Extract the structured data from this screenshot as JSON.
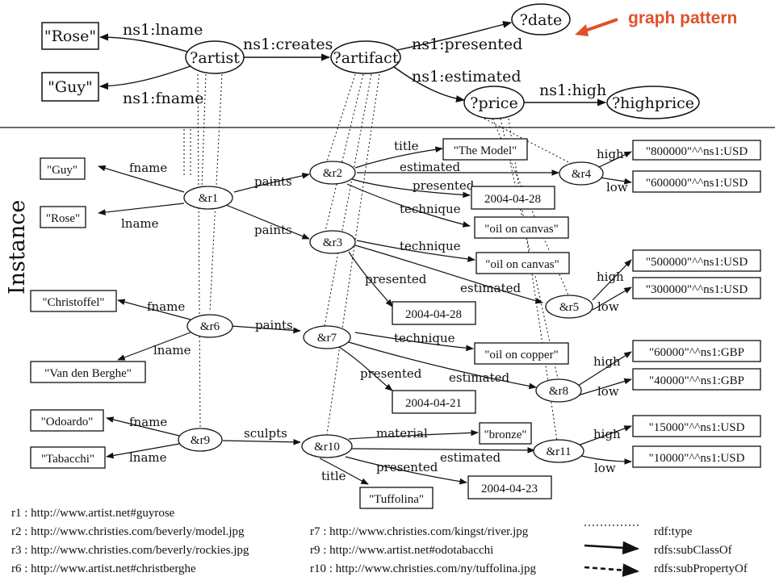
{
  "annotation": "graph pattern",
  "instance_label": "Instance",
  "colors": {
    "accent": "#e0512b",
    "ink": "#111111"
  },
  "pattern": {
    "nodes": [
      {
        "id": "p_rose",
        "kind": "box",
        "label": "\"Rose\""
      },
      {
        "id": "p_guy",
        "kind": "box",
        "label": "\"Guy\""
      },
      {
        "id": "p_artist",
        "kind": "ellipse",
        "label": "?artist"
      },
      {
        "id": "p_artifact",
        "kind": "ellipse",
        "label": "?artifact"
      },
      {
        "id": "p_date",
        "kind": "ellipse",
        "label": "?date"
      },
      {
        "id": "p_price",
        "kind": "ellipse",
        "label": "?price"
      },
      {
        "id": "p_highprice",
        "kind": "ellipse",
        "label": "?highprice"
      }
    ],
    "edges": [
      {
        "label": "ns1:lname"
      },
      {
        "label": "ns1:fname"
      },
      {
        "label": "ns1:creates"
      },
      {
        "label": "ns1:presented"
      },
      {
        "label": "ns1:estimated"
      },
      {
        "label": "ns1:high"
      }
    ]
  },
  "instance": {
    "nodes": [
      {
        "id": "guy",
        "kind": "box",
        "label": "\"Guy\""
      },
      {
        "id": "rose",
        "kind": "box",
        "label": "\"Rose\""
      },
      {
        "id": "r1",
        "kind": "ellipse",
        "label": "&r1"
      },
      {
        "id": "r2",
        "kind": "ellipse",
        "label": "&r2"
      },
      {
        "id": "r3",
        "kind": "ellipse",
        "label": "&r3"
      },
      {
        "id": "r4",
        "kind": "ellipse",
        "label": "&r4"
      },
      {
        "id": "themodel",
        "kind": "box",
        "label": "\"The Model\""
      },
      {
        "id": "d1",
        "kind": "box",
        "label": "2004-04-28"
      },
      {
        "id": "oil1",
        "kind": "box",
        "label": "\"oil on canvas\""
      },
      {
        "id": "usd800",
        "kind": "box",
        "label": "\"800000\"^^ns1:USD"
      },
      {
        "id": "usd600",
        "kind": "box",
        "label": "\"600000\"^^ns1:USD"
      },
      {
        "id": "oil2",
        "kind": "box",
        "label": "\"oil on canvas\""
      },
      {
        "id": "usd500",
        "kind": "box",
        "label": "\"500000\"^^ns1:USD"
      },
      {
        "id": "usd300",
        "kind": "box",
        "label": "\"300000\"^^ns1:USD"
      },
      {
        "id": "d2",
        "kind": "box",
        "label": "2004-04-28"
      },
      {
        "id": "r5",
        "kind": "ellipse",
        "label": "&r5"
      },
      {
        "id": "christoffel",
        "kind": "box",
        "label": "\"Christoffel\""
      },
      {
        "id": "vdb",
        "kind": "box",
        "label": "\"Van den Berghe\""
      },
      {
        "id": "r6",
        "kind": "ellipse",
        "label": "&r6"
      },
      {
        "id": "r7",
        "kind": "ellipse",
        "label": "&r7"
      },
      {
        "id": "copper",
        "kind": "box",
        "label": "\"oil on copper\""
      },
      {
        "id": "gbp60",
        "kind": "box",
        "label": "\"60000\"^^ns1:GBP"
      },
      {
        "id": "gbp40",
        "kind": "box",
        "label": "\"40000\"^^ns1:GBP"
      },
      {
        "id": "d3",
        "kind": "box",
        "label": "2004-04-21"
      },
      {
        "id": "r8",
        "kind": "ellipse",
        "label": "&r8"
      },
      {
        "id": "odoardo",
        "kind": "box",
        "label": "\"Odoardo\""
      },
      {
        "id": "tabacchi",
        "kind": "box",
        "label": "\"Tabacchi\""
      },
      {
        "id": "r9",
        "kind": "ellipse",
        "label": "&r9"
      },
      {
        "id": "r10",
        "kind": "ellipse",
        "label": "&r10"
      },
      {
        "id": "bronze",
        "kind": "box",
        "label": "\"bronze\""
      },
      {
        "id": "r11",
        "kind": "ellipse",
        "label": "&r11"
      },
      {
        "id": "usd15",
        "kind": "box",
        "label": "\"15000\"^^ns1:USD"
      },
      {
        "id": "usd10",
        "kind": "box",
        "label": "\"10000\"^^ns1:USD"
      },
      {
        "id": "d4",
        "kind": "box",
        "label": "2004-04-23"
      },
      {
        "id": "tuffolina",
        "kind": "box",
        "label": "\"Tuffolina\""
      }
    ],
    "edge_labels": [
      {
        "text": "fname"
      },
      {
        "text": "lname"
      },
      {
        "text": "paints"
      },
      {
        "text": "paints"
      },
      {
        "text": "title"
      },
      {
        "text": "estimated"
      },
      {
        "text": "presented"
      },
      {
        "text": "technique"
      },
      {
        "text": "high"
      },
      {
        "text": "low"
      },
      {
        "text": "technique"
      },
      {
        "text": "presented"
      },
      {
        "text": "estimated"
      },
      {
        "text": "high"
      },
      {
        "text": "low"
      },
      {
        "text": "fname"
      },
      {
        "text": "lname"
      },
      {
        "text": "paints"
      },
      {
        "text": "technique"
      },
      {
        "text": "presented"
      },
      {
        "text": "estimated"
      },
      {
        "text": "high"
      },
      {
        "text": "low"
      },
      {
        "text": "fname"
      },
      {
        "text": "lname"
      },
      {
        "text": "sculpts"
      },
      {
        "text": "material"
      },
      {
        "text": "estimated"
      },
      {
        "text": "presented"
      },
      {
        "text": "title"
      },
      {
        "text": "high"
      },
      {
        "text": "low"
      }
    ]
  },
  "footer": {
    "uris_left": [
      "r1 : http://www.artist.net#guyrose",
      "r2 : http://www.christies.com/beverly/model.jpg",
      "r3 : http://www.christies.com/beverly/rockies.jpg",
      "r6 : http://www.artist.net#christberghe"
    ],
    "uris_right": [
      "r7 : http://www.christies.com/kingst/river.jpg",
      "r9 : http://www.artist.net#odotabacchi",
      "r10 : http://www.christies.com/ny/tuffolina.jpg"
    ],
    "legend": [
      {
        "label": "rdf:type",
        "style": "dotted"
      },
      {
        "label": "rdfs:subClassOf",
        "style": "solid"
      },
      {
        "label": "rdfs:subPropertyOf",
        "style": "dashed"
      }
    ]
  }
}
